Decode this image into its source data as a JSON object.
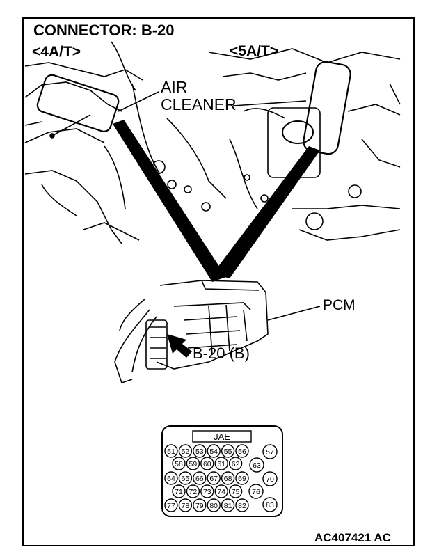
{
  "title": "CONNECTOR: B-20",
  "left_view_label": "<4A/T>",
  "right_view_label": "<5A/T>",
  "air_cleaner_label": [
    "AIR",
    "CLEANER"
  ],
  "pcm_label": "PCM",
  "connector_label": "B-20 (B)",
  "pinout": {
    "header": "JAE",
    "rows": [
      [
        "51",
        "52",
        "53",
        "54",
        "55",
        "56"
      ],
      [
        "58",
        "59",
        "60",
        "61",
        "62"
      ],
      [
        "64",
        "65",
        "66",
        "67",
        "68",
        "69"
      ],
      [
        "71",
        "72",
        "73",
        "74",
        "75"
      ],
      [
        "77",
        "78",
        "79",
        "80",
        "81",
        "82"
      ]
    ],
    "side_pins": [
      "57",
      "63",
      "70",
      "76",
      "83"
    ]
  },
  "figure_code": "AC407421 AC"
}
